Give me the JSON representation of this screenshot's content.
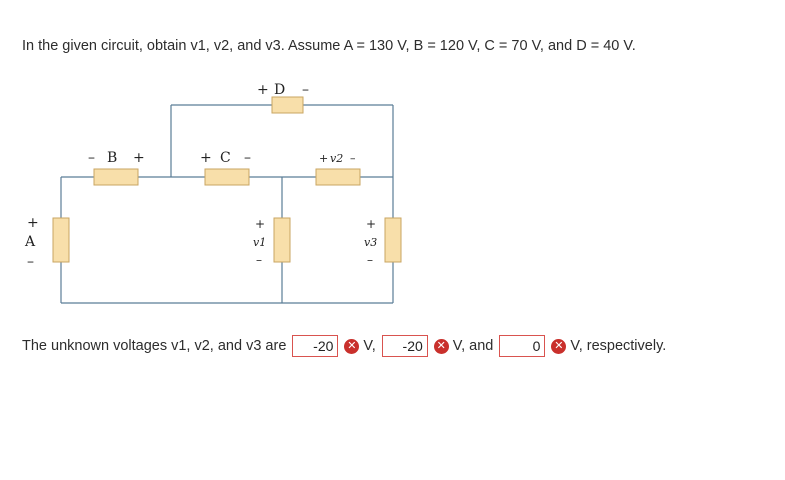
{
  "question": {
    "text": "In the given circuit, obtain v1, v2, and v3. Assume A = 130 V, B = 120 V, C = 70 V, and D = 40 V."
  },
  "circuit": {
    "label_A": "A",
    "label_B": "B",
    "label_C": "C",
    "label_D": "D",
    "label_v1": "v1",
    "label_v2": "v2",
    "label_v3": "v3",
    "plus": "+",
    "minus": "–",
    "resistor_fill": "#f8dfaa",
    "wire_color": "#5b7d97"
  },
  "answer": {
    "prefix": "The unknown voltages v1, v2, and v3 are",
    "v1_value": "-20",
    "sep1": "V,",
    "v2_value": "-20",
    "sep2": "V, and",
    "v3_value": "0",
    "suffix": "V, respectively.",
    "incorrect_icon": "x-circle-icon",
    "error_color": "#c9302c"
  }
}
